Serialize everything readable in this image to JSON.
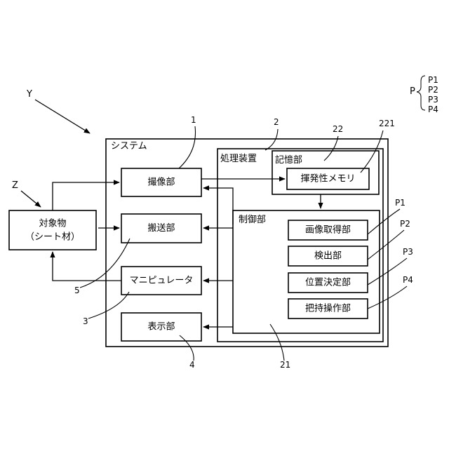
{
  "labels": {
    "system": "システム",
    "processing_device": "処理装置",
    "storage": "記憶部",
    "volatile_memory": "揮発性メモリ",
    "control": "制御部",
    "image_acquisition": "画像取得部",
    "detection": "検出部",
    "position_determination": "位置決定部",
    "gripping_operation": "把持操作部",
    "imaging": "撮像部",
    "conveying": "搬送部",
    "manipulator": "マニピュレータ",
    "display": "表示部",
    "object_line1": "対象物",
    "object_line2": "（シート材）"
  },
  "reference_numerals": {
    "y": "Y",
    "z": "Z",
    "imaging": "1",
    "processing_device": "2",
    "manipulator": "3",
    "display": "4",
    "conveying": "5",
    "control": "21",
    "storage": "22",
    "volatile_memory": "221",
    "p1": "P1",
    "p2": "P2",
    "p3": "P3",
    "p4": "P4"
  },
  "program_legend": {
    "group": "P",
    "items": [
      "P1",
      "P2",
      "P3",
      "P4"
    ]
  }
}
